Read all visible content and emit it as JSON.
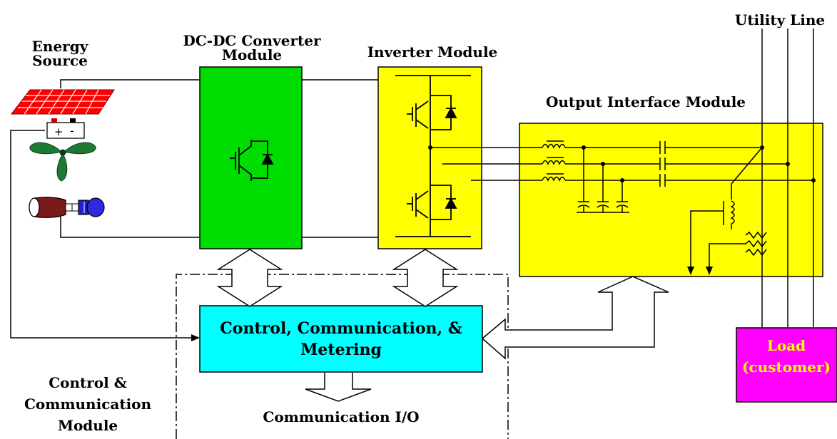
{
  "labels": {
    "energy_source_1": "Energy",
    "energy_source_2": "Source",
    "dcdc_1": "DC-DC Converter",
    "dcdc_2": "Module",
    "inverter": "Inverter Module",
    "output_interface": "Output Interface Module",
    "utility_line": "Utility Line",
    "control_1": "Control, Communication,  &",
    "control_2": "Metering",
    "ccm_1": "Control &",
    "ccm_2": "Communication",
    "ccm_3": "Module",
    "comm_io": "Communication I/O",
    "load_1": "Load",
    "load_2": "(customer)"
  },
  "colors": {
    "dcdc_module": "#00dd00",
    "inverter_module": "#ffff00",
    "output_module": "#ffff00",
    "control_box": "#00ffff",
    "load_box": "#ff00ff",
    "load_text": "#ffff00",
    "solar_panel": "#ff0000",
    "wind_turbine": "#1e7a33",
    "generator_body": "#7a1a1a",
    "generator_end": "#2222cc"
  },
  "icons": {
    "solar": "solar-panel-icon",
    "battery": "battery-icon",
    "wind": "wind-turbine-icon",
    "generator": "generator-icon"
  }
}
